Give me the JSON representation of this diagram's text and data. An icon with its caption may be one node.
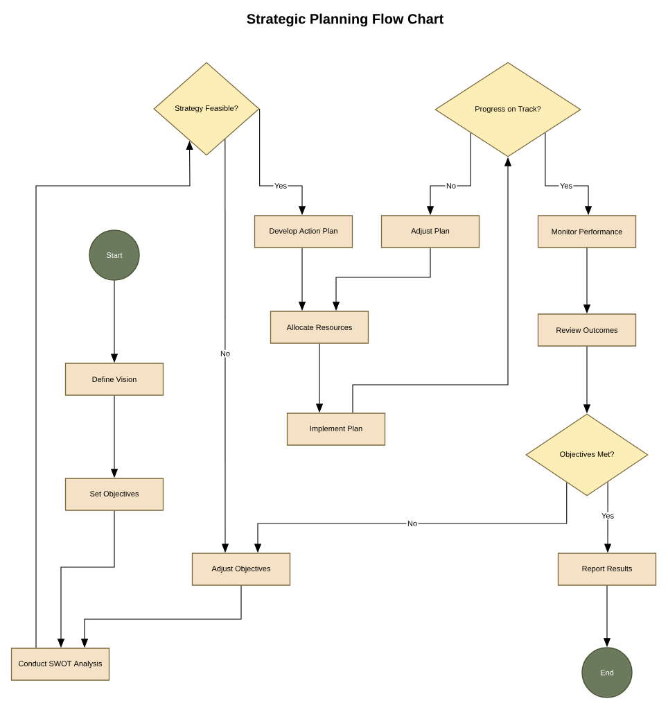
{
  "diagram": {
    "title": "Strategic Planning Flow Chart",
    "nodes": [
      {
        "text": [
          "Strategy Feasible?"
        ]
      },
      {
        "text": [
          "Progress on Track?"
        ]
      },
      {
        "text": [
          "Start"
        ]
      },
      {
        "text": [
          "Develop Action Plan"
        ]
      },
      {
        "text": [
          "Adjust Plan"
        ]
      },
      {
        "text": [
          "Monitor Performance"
        ]
      },
      {
        "text": [
          "Allocate Resources"
        ]
      },
      {
        "text": [
          "Review Outcomes"
        ]
      },
      {
        "text": [
          "Define Vision"
        ]
      },
      {
        "text": [
          "Implement Plan"
        ]
      },
      {
        "text": [
          "Objectives Met?"
        ]
      },
      {
        "text": [
          "Set Objectives"
        ]
      },
      {
        "text": [
          "Adjust Objectives"
        ]
      },
      {
        "text": [
          "Report Results"
        ]
      },
      {
        "text": [
          "Conduct SWOT Analysis"
        ]
      },
      {
        "text": [
          "End"
        ]
      }
    ],
    "edges": [
      {
        "from": 2,
        "to": 8,
        "arrow": "to"
      },
      {
        "from": 8,
        "to": 11,
        "arrow": "to"
      },
      {
        "from": 11,
        "to": 14,
        "arrow": "to"
      },
      {
        "from": 12,
        "to": 14,
        "arrow": "to"
      },
      {
        "from": 14,
        "to": 0,
        "arrow": "to"
      },
      {
        "from": 0,
        "to": 3,
        "arrow": "to",
        "label": "Yes"
      },
      {
        "from": 0,
        "to": 12,
        "arrow": "to",
        "label": "No"
      },
      {
        "from": 3,
        "to": 6,
        "arrow": "to"
      },
      {
        "from": 4,
        "to": 6,
        "arrow": "to"
      },
      {
        "from": 6,
        "to": 9,
        "arrow": "to"
      },
      {
        "from": 9,
        "to": 1,
        "arrow": "to"
      },
      {
        "from": 1,
        "to": 4,
        "arrow": "to",
        "label": "No"
      },
      {
        "from": 1,
        "to": 5,
        "arrow": "to",
        "label": "Yes"
      },
      {
        "from": 5,
        "to": 7,
        "arrow": "to"
      },
      {
        "from": 7,
        "to": 10,
        "arrow": "to"
      },
      {
        "from": 10,
        "to": 12,
        "arrow": "to",
        "label": "No"
      },
      {
        "from": 10,
        "to": 13,
        "arrow": "to",
        "label": "Yes"
      },
      {
        "from": 13,
        "to": 15,
        "arrow": "to"
      }
    ]
  }
}
